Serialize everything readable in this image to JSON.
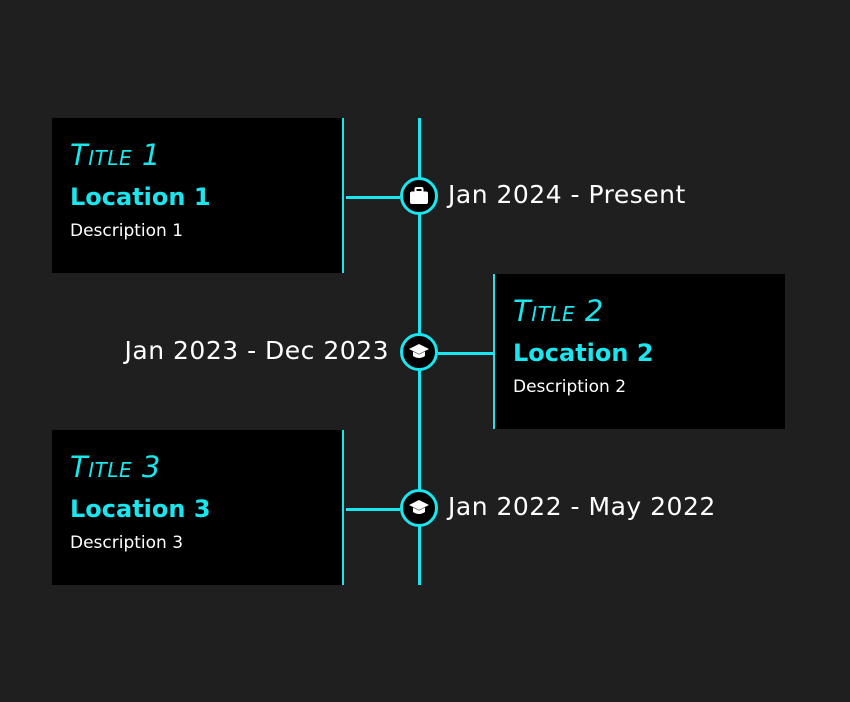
{
  "colors": {
    "background": "#1f1f1f",
    "card_background": "#000000",
    "accent": "#19e6ee",
    "text": "#ffffff"
  },
  "timeline": {
    "entries": [
      {
        "title": "Title 1",
        "location": "Location 1",
        "description": "Description 1",
        "date": "Jan 2024 - Present",
        "icon": "briefcase-icon"
      },
      {
        "title": "Title 2",
        "location": "Location 2",
        "description": "Description 2",
        "date": "Jan 2023 - Dec 2023",
        "icon": "graduation-cap-icon"
      },
      {
        "title": "Title 3",
        "location": "Location 3",
        "description": "Description 3",
        "date": "Jan 2022 - May 2022",
        "icon": "graduation-cap-icon"
      }
    ]
  }
}
